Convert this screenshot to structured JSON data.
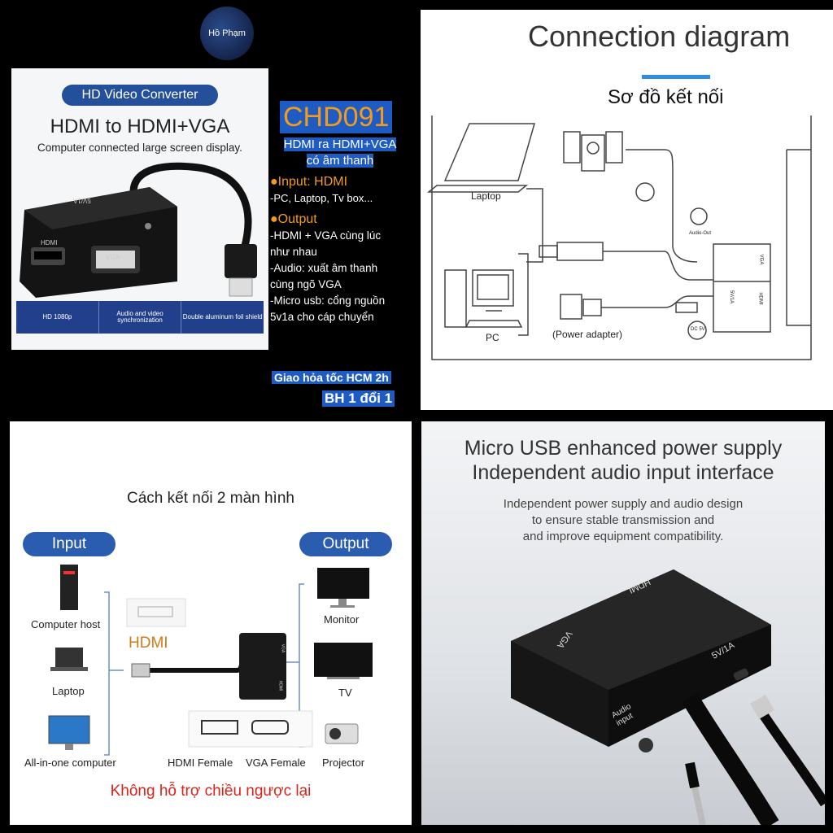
{
  "top_left": {
    "logo_text": "Hồ Phạm",
    "card": {
      "pill": "HD Video Converter",
      "title": "HDMI to HDMI+VGA",
      "subtitle": "Computer connected large screen display.",
      "port_hdmi": "HDMI",
      "port_vga": "VGA",
      "port_5v": "5V/1A",
      "features": [
        "HD 1080p",
        "Audio and video synchronization",
        "Double aluminum foil shield"
      ]
    },
    "model": "CHD091",
    "desc_line1": "HDMI ra HDMI+VGA",
    "desc_line2": "có âm thanh",
    "input_head": "●Input: HDMI",
    "input_body": "-PC, Laptop, Tv box...",
    "output_head": "●Output",
    "output_lines": [
      "-HDMI + VGA cùng lúc",
      "như nhau",
      "-Audio: xuất âm thanh",
      "cùng ngõ VGA",
      "-Micro usb: cổng nguồn",
      "5v1a cho cáp chuyển"
    ],
    "shipping": "Giao hỏa tốc HCM 2h",
    "warranty": "BH 1 đổi 1"
  },
  "top_right": {
    "title": "Connection diagram",
    "subtitle": "Sơ đồ kết nối",
    "laptop": "Laptop",
    "pc": "PC",
    "power_adapter": "(Power adapter)",
    "audio_out": "Audio-Out",
    "dc": "DC 5V",
    "port_vga": "VGA",
    "port_hdmi": "HDMI",
    "port_5v": "5V/1A"
  },
  "bottom_left": {
    "title": "Cách kết nối 2 màn hình",
    "input": "Input",
    "output": "Output",
    "computer_host": "Computer host",
    "laptop": "Laptop",
    "all_in_one": "All-in-one computer",
    "hdmi": "HDMI",
    "monitor": "Monitor",
    "tv": "TV",
    "projector": "Projector",
    "hdmi_female": "HDMI Female",
    "vga_female": "VGA Female",
    "warning": "Không hỗ trợ chiều ngược lại",
    "port_vga": "VGA",
    "port_hdmi": "HDMI"
  },
  "bottom_right": {
    "title1": "Micro USB enhanced power supply",
    "title2": "Independent audio input interface",
    "body1": "Independent power supply and audio design",
    "body2": "to ensure stable transmission and",
    "body3": "and improve equipment compatibility.",
    "port_hdmi": "HDMI",
    "port_vga": "VGA",
    "port_5v": "5V/1A",
    "port_audio1": "Audio",
    "port_audio2": "input"
  }
}
